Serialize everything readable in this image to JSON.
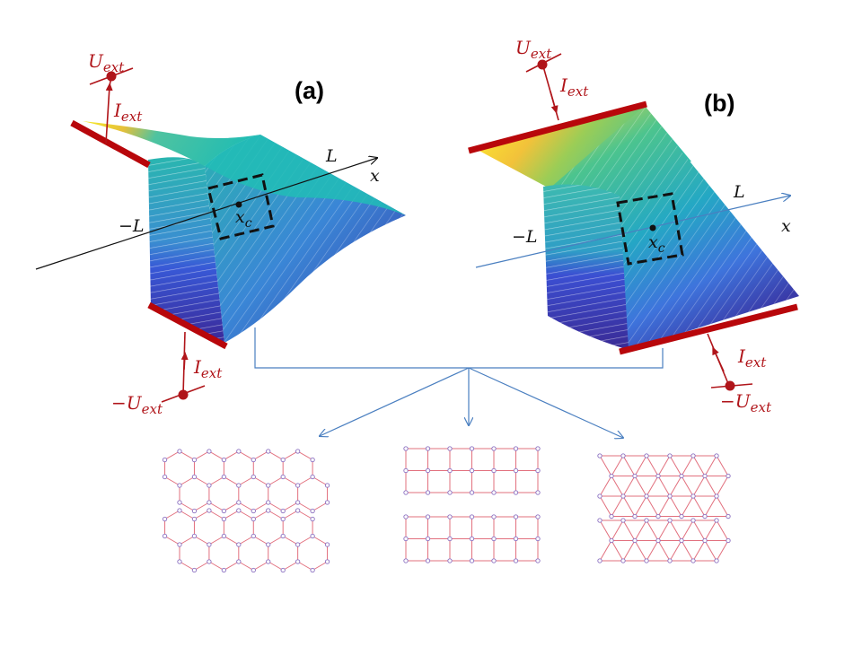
{
  "panels": {
    "a": {
      "label": "(a)",
      "u_top": {
        "base": "U",
        "sub": "ext"
      },
      "i_top": {
        "base": "I",
        "sub": "ext"
      },
      "i_bottom": {
        "base": "I",
        "sub": "ext"
      },
      "u_bottom": {
        "base": "−U",
        "sub": "ext"
      },
      "axis_x": "x",
      "axis_L": "L",
      "axis_minus_L": "−L",
      "xc": {
        "base": "x",
        "sub": "c"
      }
    },
    "b": {
      "label": "(b)",
      "u_top": {
        "base": "U",
        "sub": "ext"
      },
      "i_top": {
        "base": "I",
        "sub": "ext"
      },
      "i_bottom": {
        "base": "I",
        "sub": "ext"
      },
      "u_bottom": {
        "base": "−U",
        "sub": "ext"
      },
      "axis_x": "x",
      "axis_L": "L",
      "axis_minus_L": "−L",
      "xc": {
        "base": "x",
        "sub": "c"
      }
    }
  },
  "lattices": [
    {
      "type": "hexagonal",
      "name": "honeycomb"
    },
    {
      "type": "square",
      "name": "square"
    },
    {
      "type": "triangular",
      "name": "triangular"
    }
  ],
  "colors": {
    "electrode": "#b8070b",
    "wire": "#b0151a",
    "axis_a": "#111111",
    "axis_b": "#4a7fc0",
    "connector": "#4a7fc0",
    "lattice_bond": "#e2707e",
    "lattice_site": "#8a6fc0",
    "surface_yellow": "#f8e81f",
    "surface_teal": "#22b8b0",
    "surface_blue": "#3f6ad8",
    "surface_indigo": "#3a2a9a"
  }
}
